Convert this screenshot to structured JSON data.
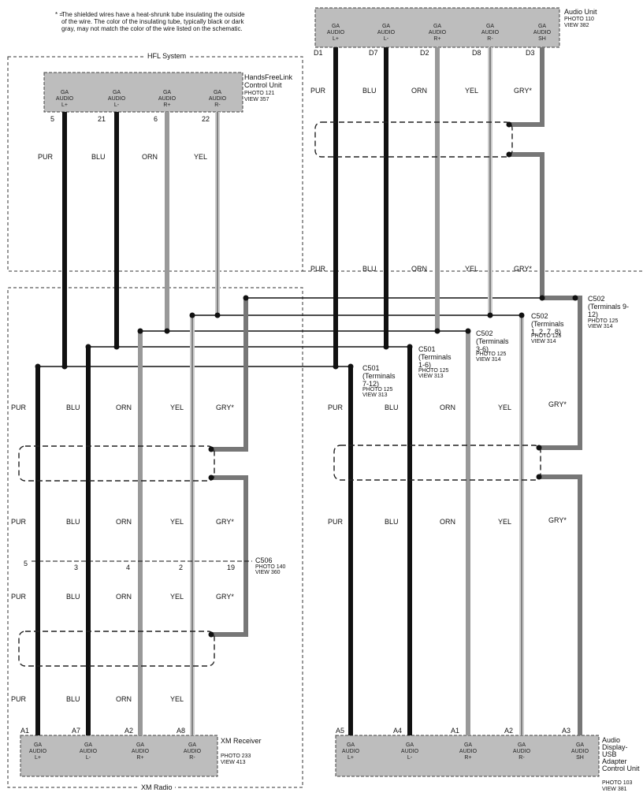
{
  "note": {
    "symbol": "* =",
    "text": "The shielded wires have a heat-shrunk tube insulating the outside of the wire. The color of the insulating tube, typically black or dark gray, may not match the color of the wire listed on the schematic."
  },
  "sections": {
    "hfl": "HFL System",
    "xm": "XM Radio"
  },
  "components": {
    "audio_unit": {
      "name": "Audio Unit",
      "photo": "PHOTO 110",
      "view": "VIEW 382",
      "pins": [
        "D1",
        "D7",
        "D2",
        "D8",
        "D3"
      ],
      "terminals": [
        "GA AUDIO L+",
        "GA AUDIO L-",
        "GA AUDIO R+",
        "GA AUDIO R-",
        "GA AUDIO SH"
      ]
    },
    "hfl_unit": {
      "name": "HandsFreeLink Control Unit",
      "photo": "PHOTO 121",
      "view": "VIEW 357",
      "pins": [
        "5",
        "21",
        "6",
        "22"
      ],
      "terminals": [
        "GA AUDIO L+",
        "GA AUDIO L-",
        "GA AUDIO R+",
        "GA AUDIO R-"
      ]
    },
    "xm_receiver": {
      "name": "XM Receiver",
      "photo": "PHOTO 233",
      "view": "VIEW 413",
      "pins": [
        "A1",
        "A7",
        "A2",
        "A8"
      ],
      "terminals": [
        "GA AUDIO L+",
        "GA AUDIO L-",
        "GA AUDIO R+",
        "GA AUDIO R-"
      ]
    },
    "usb_unit": {
      "name": "Audio Display-USB Adapter Control Unit",
      "photo": "PHOTO 103",
      "view": "VIEW 381",
      "pins": [
        "A5",
        "A4",
        "A1",
        "A2",
        "A3"
      ],
      "terminals": [
        "GA AUDIO L+",
        "GA AUDIO L-",
        "GA AUDIO R+",
        "GA AUDIO R-",
        "GA AUDIO SH"
      ]
    }
  },
  "connectors": {
    "c502a": {
      "name": "C502",
      "detail": "(Terminals 9-12)",
      "photo": "PHOTO 125",
      "view": "VIEW 314"
    },
    "c502b": {
      "name": "C502",
      "detail": "(Terminals 1, 2, 7, 8)",
      "photo": "PHOTO 125",
      "view": "VIEW 314"
    },
    "c502c": {
      "name": "C502",
      "detail": "(Terminals 3-6)",
      "photo": "PHOTO 125",
      "view": "VIEW 314"
    },
    "c501a": {
      "name": "C501",
      "detail": "(Terminals 1-6)",
      "photo": "PHOTO 125",
      "view": "VIEW 313"
    },
    "c501b": {
      "name": "C501",
      "detail": "(Terminals 7-12)",
      "photo": "PHOTO 125",
      "view": "VIEW 313"
    },
    "c506": {
      "name": "C506",
      "photo": "PHOTO 140",
      "view": "VIEW 360",
      "pins": [
        "5",
        "3",
        "4",
        "2",
        "19"
      ]
    }
  },
  "wire_colors": {
    "pur": "PUR",
    "blu": "BLU",
    "orn": "ORN",
    "yel": "YEL",
    "gry": "GRY*"
  }
}
